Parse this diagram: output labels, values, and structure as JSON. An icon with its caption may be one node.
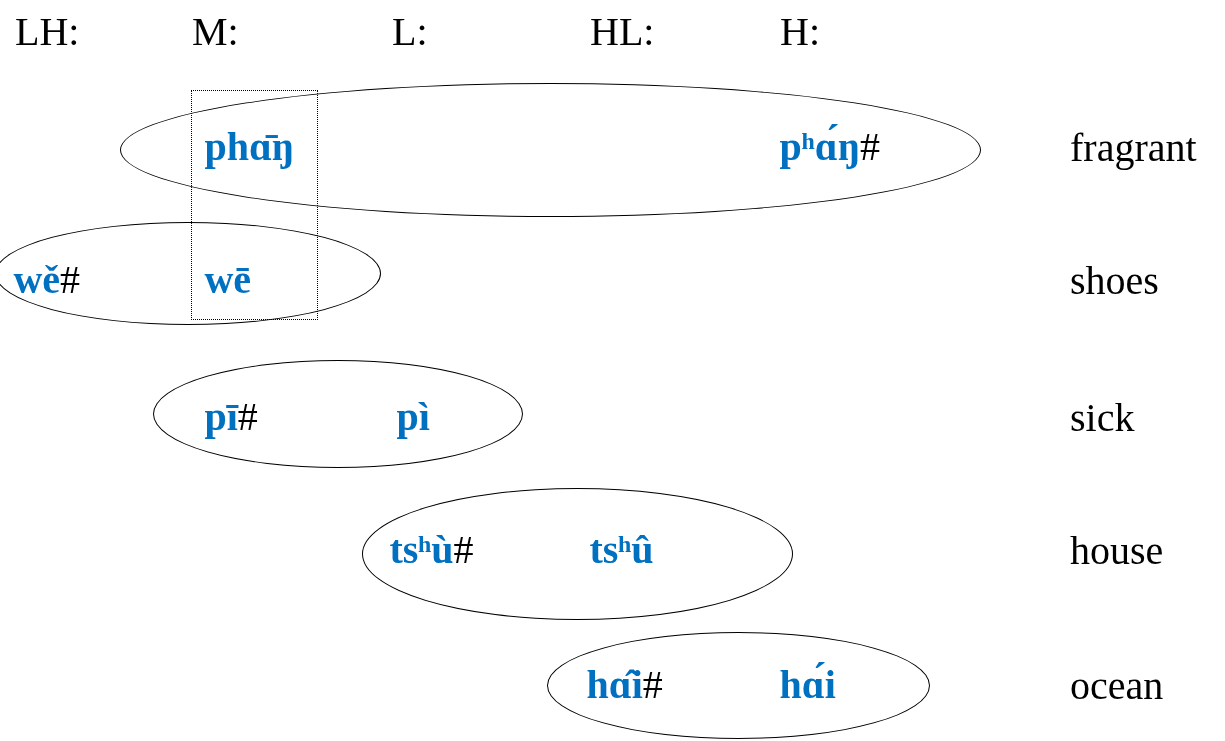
{
  "diagram": {
    "nodes": [
      {
        "text": [
          "phɑ̄ŋ",
          "pʰɑ́ŋ#"
        ]
      },
      {
        "text": [
          "wě#",
          "wē"
        ]
      },
      {
        "text": [
          "pī#",
          "pì"
        ]
      },
      {
        "text": [
          "tsʰù#",
          "tsʰû"
        ]
      },
      {
        "text": [
          "hɑ̂i#",
          "hɑ́i"
        ]
      }
    ],
    "edges": [],
    "labels": [
      "LH:",
      "M:",
      "L:",
      "HL:",
      "H:",
      "fragrant",
      "shoes",
      "sick",
      "house",
      "ocean"
    ]
  }
}
